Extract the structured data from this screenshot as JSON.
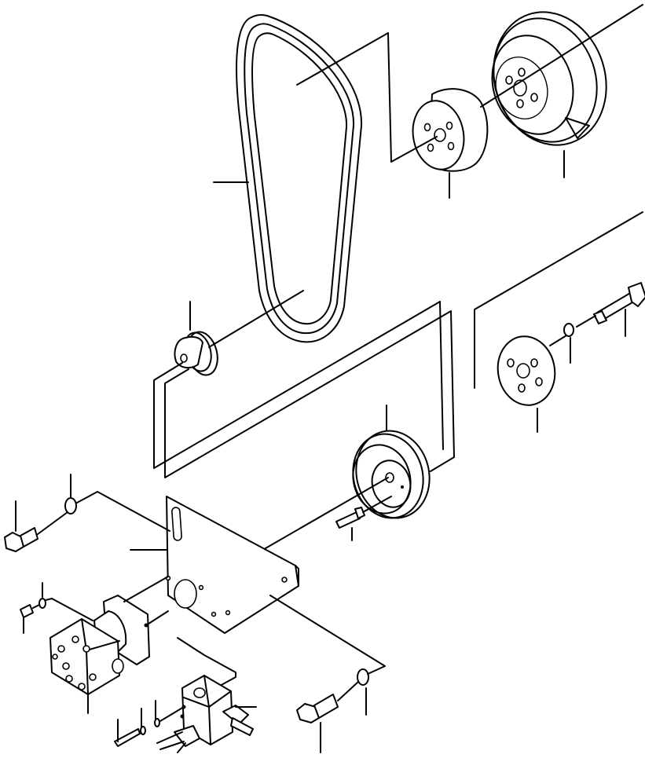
{
  "diagram": {
    "kind": "exploded parts drawing",
    "background": "#ffffff",
    "line_color": "#000000",
    "labels": [],
    "parts": [
      "v-belt",
      "large-pulley",
      "pulley-hub",
      "small-pulley",
      "driven-pulley",
      "mounting-bracket",
      "hydraulic-pump",
      "valve-block",
      "long-bolt",
      "washer",
      "flange-bolt"
    ]
  }
}
